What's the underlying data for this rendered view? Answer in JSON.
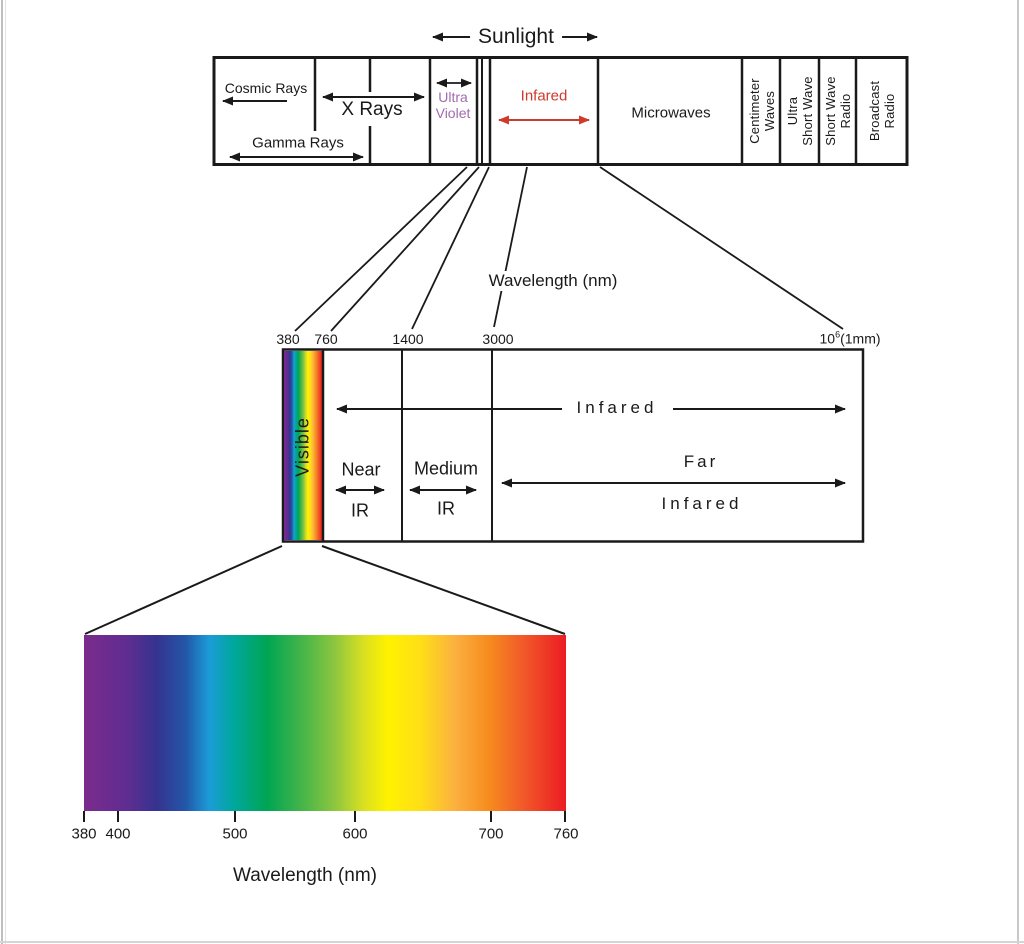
{
  "top_bar": {
    "title": "Sunlight",
    "cosmic_rays": "Cosmic Rays",
    "gamma_rays": "Gamma Rays",
    "x_rays": "X Rays",
    "ultra_violet": {
      "line1": "Ultra",
      "line2": "Violet"
    },
    "infared": "Infared",
    "microwaves": "Microwaves",
    "centimeter_waves": {
      "line1": "Centimeter",
      "line2": "Waves"
    },
    "ultra_short_wave": {
      "line1": "Ultra",
      "line2": "Short Wave"
    },
    "short_wave_radio": {
      "line1": "Short Wave",
      "line2": "Radio"
    },
    "broadcast_radio": {
      "line1": "Broadcast",
      "line2": "Radio"
    }
  },
  "ir_scale": {
    "axis_title": "Wavelength (nm)",
    "ticks": [
      "380",
      "760",
      "1400",
      "3000"
    ],
    "tick_max": {
      "base": "10",
      "exp": "6",
      "suffix": "(1mm)"
    },
    "visible_label": "Visible",
    "infared_label": "Infared",
    "near": {
      "line1": "Near",
      "line2": "IR"
    },
    "medium": {
      "line1": "Medium",
      "line2": "IR"
    },
    "far": {
      "line1": "Far",
      "line2": "Infared"
    }
  },
  "visible_scale": {
    "axis_title": "Wavelength (nm)",
    "ticks": [
      "380",
      "400",
      "500",
      "600",
      "700",
      "760"
    ]
  },
  "colors": {
    "line": "#1a1a1a",
    "infared_red": "#ce3a2b",
    "ultraviolet_purple": "#a06cb0",
    "spectrum_stops": [
      "#7B2B8C",
      "#5F2D91",
      "#35338F",
      "#2356A7",
      "#1B9CD8",
      "#00A79D",
      "#00A553",
      "#4CB748",
      "#8CC63F",
      "#D9E021",
      "#FFF200",
      "#FEDE17",
      "#FBB040",
      "#F68C1E",
      "#F15A29",
      "#EC1C24"
    ]
  }
}
